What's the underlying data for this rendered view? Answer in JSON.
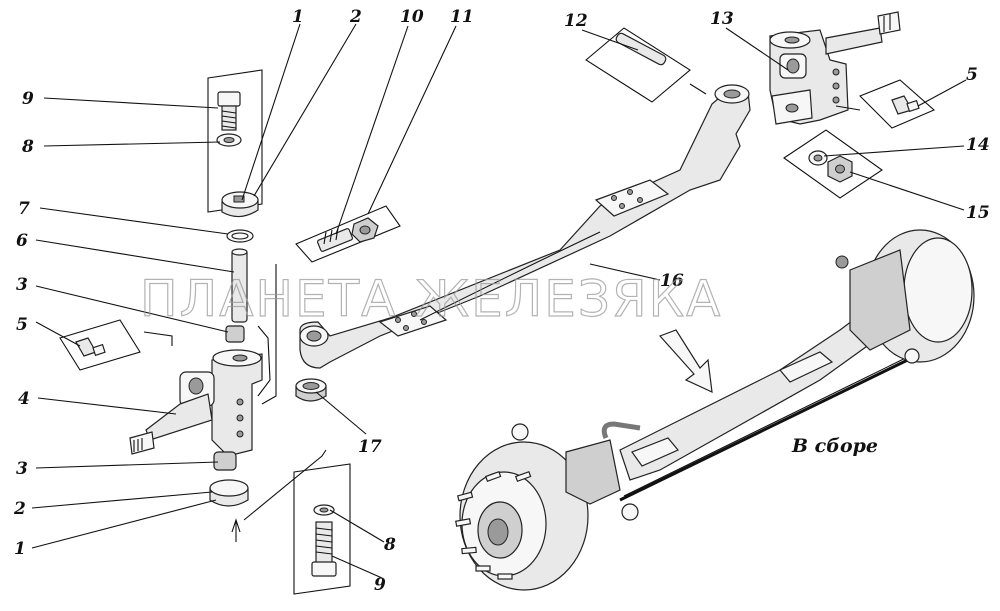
{
  "caption": "В сборе",
  "watermark": "ПЛАНЕТА ЖЕЛЕЗЯКА",
  "callouts": [
    "9",
    "8",
    "7",
    "6",
    "3",
    "5",
    "4",
    "3",
    "2",
    "1",
    "1",
    "2",
    "10",
    "11",
    "12",
    "13",
    "5",
    "14",
    "15",
    "16",
    "17",
    "8",
    "9"
  ]
}
